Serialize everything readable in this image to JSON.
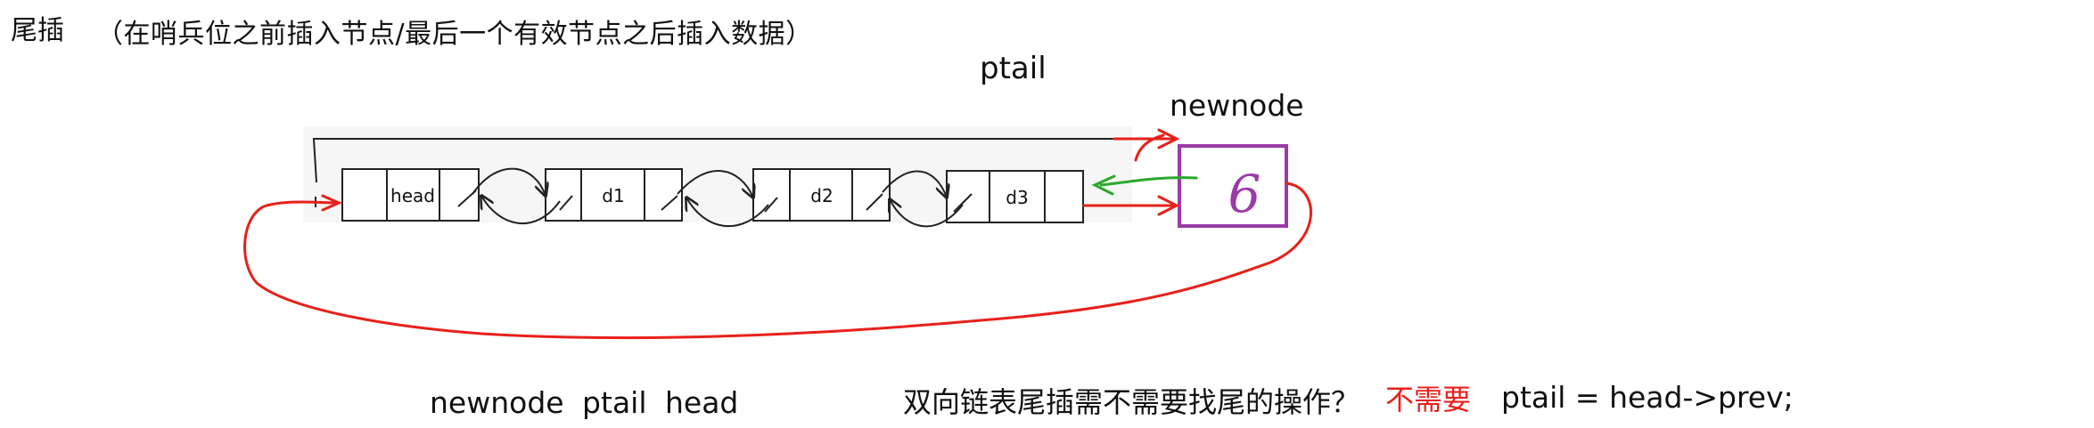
{
  "heading": {
    "title": "尾插",
    "subtitle": "（在哨兵位之前插入节点/最后一个有效节点之后插入数据）"
  },
  "labels": {
    "ptail": "ptail",
    "newnode": "newnode"
  },
  "nodes": [
    "head",
    "d1",
    "d2",
    "d3"
  ],
  "new_node_value": "6",
  "colors": {
    "red": "#e8201a",
    "green": "#2aa82a",
    "purple": "#9b3aa8",
    "black": "#222222"
  },
  "footer": {
    "variables": "newnode  ptail   head",
    "question": "双向链表尾插需不需要找尾的操作？",
    "answer": "不需要",
    "code": "ptail = head->prev;"
  }
}
